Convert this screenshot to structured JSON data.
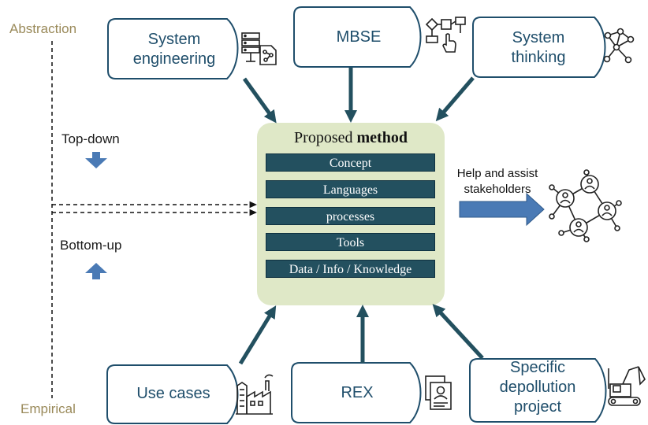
{
  "axis": {
    "top_label": "Abstraction",
    "bottom_label": "Empirical",
    "top_down_label": "Top-down",
    "bottom_up_label": "Bottom-up"
  },
  "inputs_top": [
    {
      "line1": "System",
      "line2": "engineering",
      "icon": "server-network-icon"
    },
    {
      "line1": "MBSE",
      "line2": "",
      "icon": "flowchart-touch-icon"
    },
    {
      "line1": "System",
      "line2": "thinking",
      "icon": "network-graph-icon"
    }
  ],
  "inputs_bottom": [
    {
      "line1": "Use cases",
      "line2": "",
      "line3": "",
      "icon": "factory-icon"
    },
    {
      "line1": "REX",
      "line2": "",
      "line3": "",
      "icon": "profile-document-icon"
    },
    {
      "line1": "Specific",
      "line2": "depollution",
      "line3": "project",
      "icon": "excavator-icon"
    }
  ],
  "method": {
    "title_prefix": "Proposed ",
    "title_bold": "method",
    "bars": [
      "Concept",
      "Languages",
      "processes",
      "Tools",
      "Data / Info / Knowledge"
    ]
  },
  "output": {
    "line1": "Help and assist",
    "line2": "stakeholders",
    "icon": "stakeholder-network-icon"
  },
  "colors": {
    "scroll_stroke": "#1f4e6b",
    "arrow": "#23505f",
    "method_bg": "#dfe8c7",
    "bar_bg": "#23505f",
    "block_arrow": "#4a7ab5",
    "axis_text": "#9a8a5a"
  }
}
